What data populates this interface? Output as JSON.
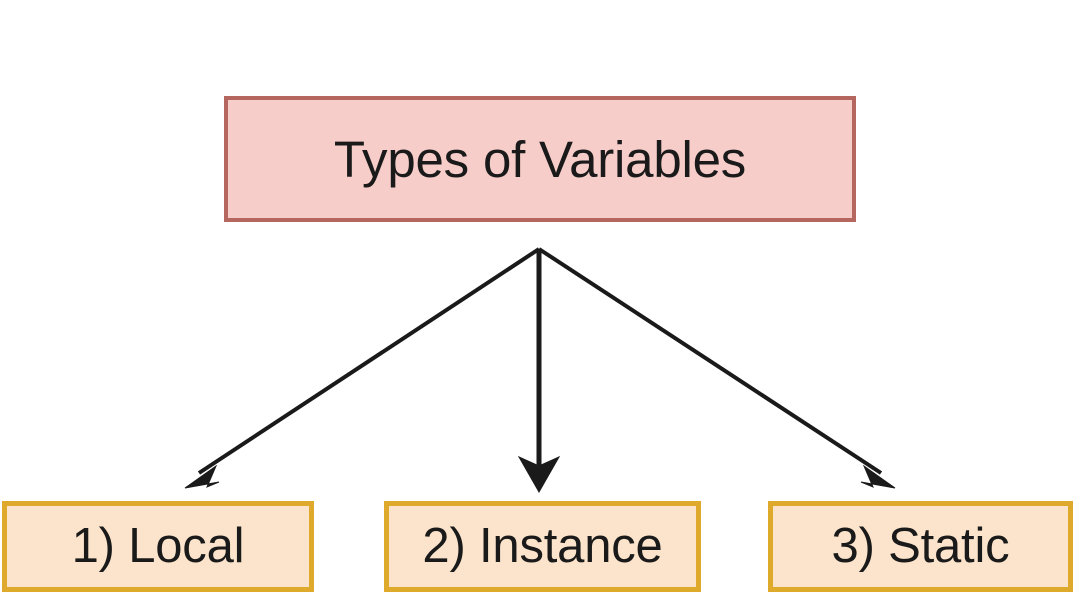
{
  "diagram": {
    "title": "Types of Variables",
    "background_color": "#ffffff",
    "root": {
      "label": "Types of Variables",
      "fill_color": "#f7cdc9",
      "border_color": "#b5675f"
    },
    "leaves": [
      {
        "label": "1) Local",
        "fill_color": "#fbe4cb",
        "border_color": "#dfa92c"
      },
      {
        "label": "2) Instance",
        "fill_color": "#fbe4cb",
        "border_color": "#dfa92c"
      },
      {
        "label": "3) Static",
        "fill_color": "#fbe4cb",
        "border_color": "#dfa92c"
      }
    ],
    "connectors": {
      "color": "#1a1a1a",
      "style": "solid-line-with-filled-arrowhead",
      "count": 3
    }
  }
}
